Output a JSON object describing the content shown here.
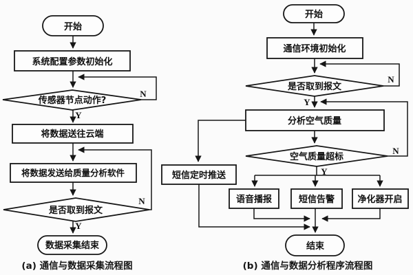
{
  "palette": {
    "background": "#fbfbfb",
    "line": "#161616",
    "text": "#111111"
  },
  "charts": [
    {
      "id": "a",
      "caption": "(a) 通信与数据采集流程图",
      "nodes": {
        "start": "开始",
        "init": "系统配置参数初始化",
        "sensor_check": "传感器节点动作?",
        "send_cloud": "将数据送往云端",
        "send_software": "将数据发送给质量分析软件",
        "msg_check": "是否取到报文",
        "end": "数据采集结束"
      },
      "branch_labels": {
        "yes": "Y",
        "no": "N"
      }
    },
    {
      "id": "b",
      "caption": "(b) 通信与数据分析程序流程图",
      "nodes": {
        "start": "开始",
        "init": "通信环境初始化",
        "msg_check": "是否取到报文",
        "analyze": "分析空气质量",
        "threshold_check": "空气质量超标",
        "sms_push": "短信定时推送",
        "voice": "语音播报",
        "sms_alert": "短信告警",
        "purifier": "净化器开启",
        "end": "结束"
      },
      "branch_labels": {
        "yes": "Y",
        "no": "N"
      }
    }
  ]
}
